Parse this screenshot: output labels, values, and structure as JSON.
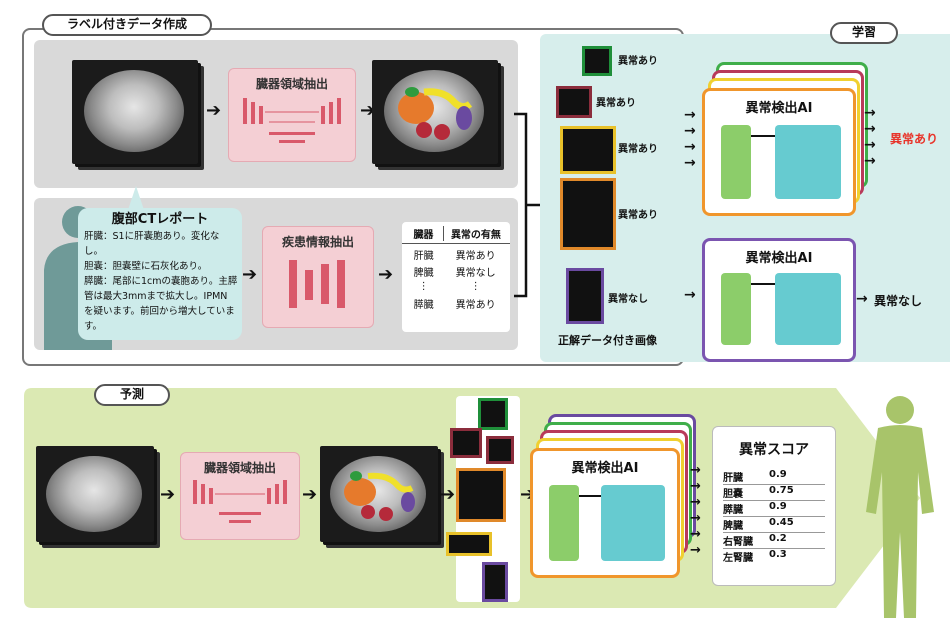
{
  "labels": {
    "labeled_data": "ラベル付きデータ作成",
    "training": "学習",
    "prediction": "予測",
    "organ_extraction": "臓器領域抽出",
    "disease_extraction": "疾患情報抽出",
    "ground_truth_images": "正解データ付き画像",
    "anomaly_ai": "異常検出AI"
  },
  "report": {
    "title": "腹部CTレポート",
    "lines": [
      "肝臓：S1に肝嚢胞あり。変化なし。",
      "胆嚢：胆嚢壁に石灰化あり。",
      "膵臓：尾部に1cmの嚢胞あり。主膵",
      "管は最大3mmまで拡大し。IPMN",
      "を疑います。前回から増大していま",
      "す。"
    ]
  },
  "disease_table": {
    "headers": [
      "臓器",
      "異常の有無"
    ],
    "rows": [
      [
        "肝臓",
        "異常あり"
      ],
      [
        "脾臓",
        "異常なし"
      ],
      [
        "⋮",
        "⋮"
      ],
      [
        "膵臓",
        "異常あり"
      ]
    ]
  },
  "thumbnails": [
    {
      "label": "異常あり",
      "color": "#1f8f3a"
    },
    {
      "label": "異常あり",
      "color": "#8b2d3c"
    },
    {
      "label": "異常あり",
      "color": "#e8c12a"
    },
    {
      "label": "異常あり",
      "color": "#e0892a"
    },
    {
      "label": "異常なし",
      "color": "#6a4aa0"
    }
  ],
  "outputs": {
    "anomaly_yes": "異常あり",
    "anomaly_no": "異常なし"
  },
  "score_table": {
    "title": "異常スコア",
    "rows": [
      {
        "organ": "肝臓",
        "score": "0.9"
      },
      {
        "organ": "胆嚢",
        "score": "0.75"
      },
      {
        "organ": "膵臓",
        "score": "0.9"
      },
      {
        "organ": "脾臓",
        "score": "0.45"
      },
      {
        "organ": "右腎臓",
        "score": "0.2"
      },
      {
        "organ": "左腎臓",
        "score": "0.3"
      }
    ]
  },
  "colors": {
    "accent_red": "#e8342a",
    "teal_bg": "#d7eeec",
    "green_bg": "#dbe9b3",
    "card_orange": "#f0962c",
    "card_purple": "#7b55b0"
  }
}
